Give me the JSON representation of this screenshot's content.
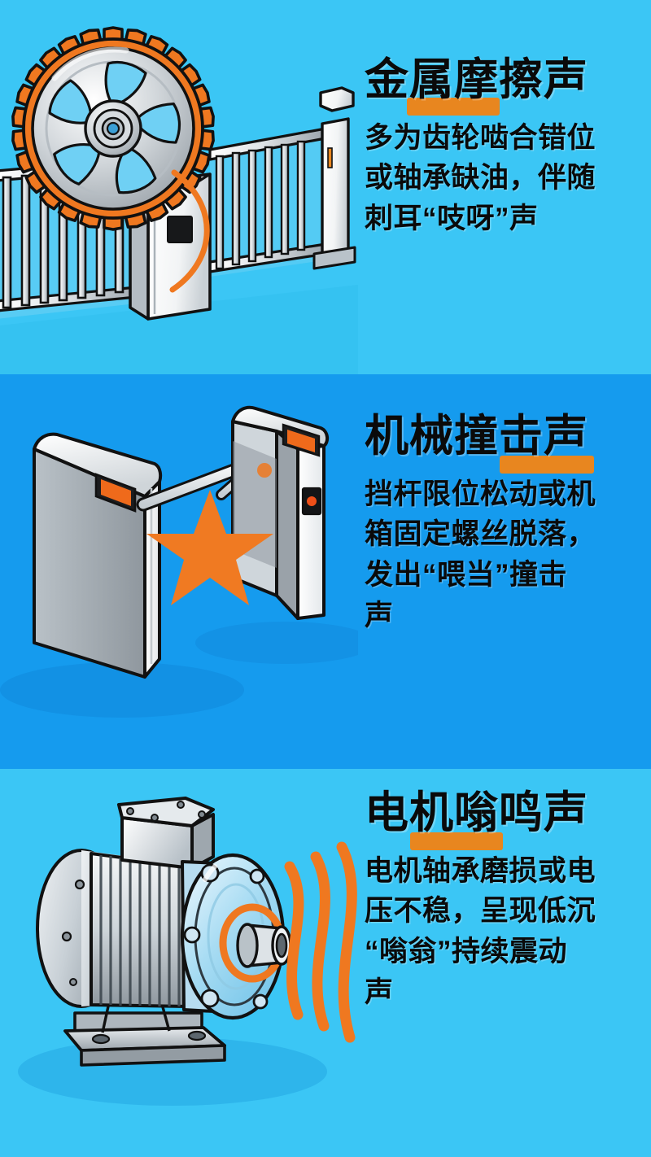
{
  "poster": {
    "background_panel_light": "#3bc6f5",
    "background_panel_dark": "#159bee",
    "accent_orange": "#e8861f",
    "wave_orange": "#ef7820",
    "text_color": "#0a0a0a"
  },
  "panels": [
    {
      "id": "metal-friction",
      "title": "金属摩擦声",
      "highlight_chars": "属摩",
      "body_lines": [
        "多为齿轮啮合错位",
        "或轴承缺油，伴随",
        "刺耳“吱呀”声"
      ],
      "illustration": "sliding-gate-with-gear",
      "illustration_parts": [
        "gear-wheel",
        "gate-fence",
        "gate-control-box",
        "gate-post"
      ]
    },
    {
      "id": "mechanical-impact",
      "title": "机械撞击声",
      "highlight_chars": "击声",
      "body_lines": [
        "挡杆限位松动或机",
        "箱固定螺丝脱落，",
        "发出“喂当”撞击",
        "声"
      ],
      "illustration": "turnstile-barrier-with-impact-star",
      "illustration_parts": [
        "left-pedestal",
        "right-pedestal",
        "barrier-arm",
        "impact-star",
        "card-reader",
        "status-light"
      ]
    },
    {
      "id": "motor-hum",
      "title": "电机嗡鸣声",
      "highlight_chars": "机嗡",
      "body_lines": [
        "电机轴承磨损或电",
        "压不稳，呈现低沉",
        "“嗡翁”持续震动",
        "声"
      ],
      "illustration": "electric-motor-with-sound-waves",
      "illustration_parts": [
        "motor-body",
        "cooling-fins",
        "junction-box",
        "mounting-feet",
        "drive-shaft",
        "sound-waves"
      ]
    }
  ]
}
